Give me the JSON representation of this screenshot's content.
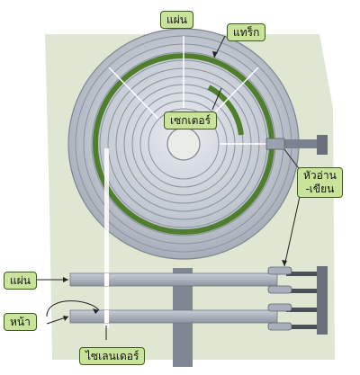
{
  "labels": {
    "platter_top": "แผ่น",
    "track": "แทร็ก",
    "sector": "เซกเตอร์",
    "head_line1": "หัวอ่าน",
    "head_line2": "-เขียน",
    "platter_side": "แผ่น",
    "surface": "หน้า",
    "cylinder": "ไซเลนเดอร์"
  },
  "colors": {
    "background_panel": "#dfe6d2",
    "platter": "#c3c9d2",
    "track_highlight": "#4f7f2c",
    "label_fill": "#c9e39a",
    "label_border": "#3f5a1e"
  }
}
